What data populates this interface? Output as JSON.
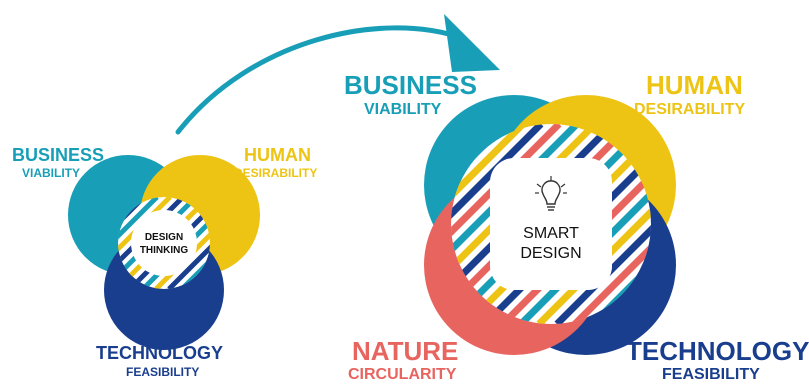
{
  "colors": {
    "business": "#189fb7",
    "human": "#eec414",
    "technology": "#1a3e8e",
    "nature": "#e8645f",
    "center_text": "#111111"
  },
  "small": {
    "business_title": "BUSINESS",
    "business_sub": "VIABILITY",
    "human_title": "HUMAN",
    "human_sub": "DESIRABILITY",
    "technology_title": "TECHNOLOGY",
    "technology_sub": "FEASIBILITY",
    "center_line1": "DESIGN",
    "center_line2": "THINKING"
  },
  "large": {
    "business_title": "BUSINESS",
    "business_sub": "VIABILITY",
    "human_title": "HUMAN",
    "human_sub": "DESIRABILITY",
    "nature_title": "NATURE",
    "nature_sub": "CIRCULARITY",
    "technology_title": "TECHNOLOGY",
    "technology_sub": "FEASIBILITY",
    "center_line1": "SMART",
    "center_line2": "DESIGN",
    "center_icon": "lightbulb-icon"
  },
  "connector_icon": "curved-arrow-icon"
}
